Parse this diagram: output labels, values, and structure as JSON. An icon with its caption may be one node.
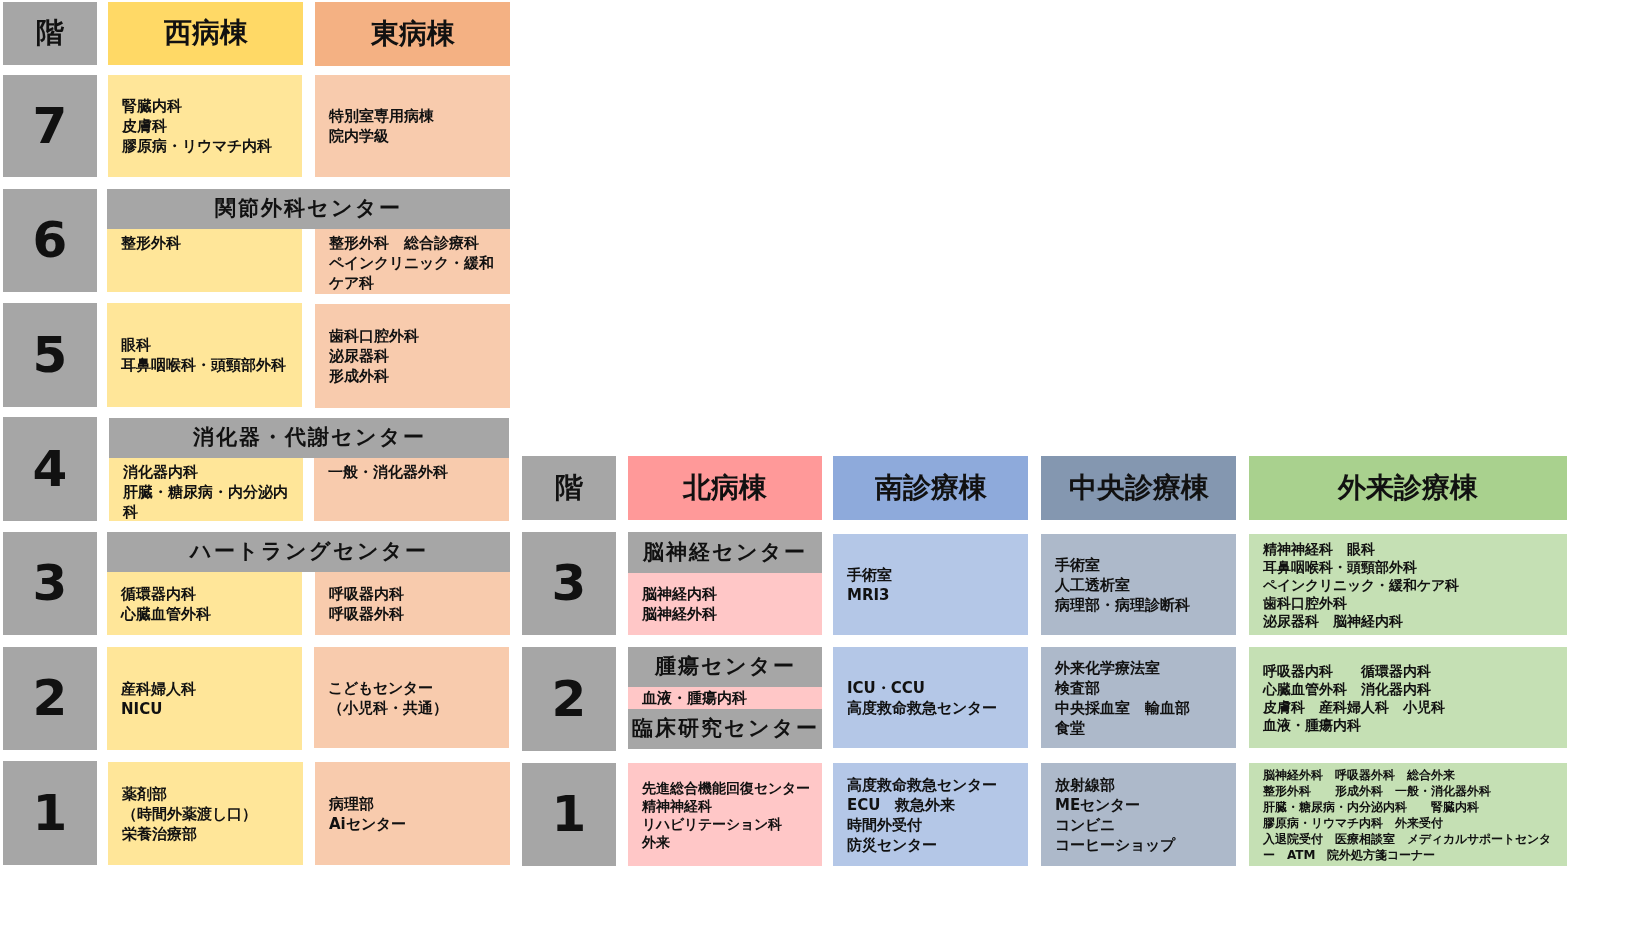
{
  "diagram": {
    "nodes": [
      {
        "text": [
          "階"
        ]
      },
      {
        "text": [
          "西病棟"
        ]
      },
      {
        "text": [
          "東病棟"
        ]
      },
      {
        "text": [
          "7"
        ]
      },
      {
        "text": [
          "腎臓内科",
          "皮膚科",
          "膠原病・リウマチ内科"
        ]
      },
      {
        "text": [
          "特別室専用病棟",
          "院内学級"
        ]
      },
      {
        "text": [
          "6"
        ]
      },
      {
        "text": [
          "関節外科センター"
        ]
      },
      {
        "text": [
          "整形外科"
        ]
      },
      {
        "text": [
          "整形外科　総合診療科",
          "ペインクリニック・緩和ケア科"
        ]
      },
      {
        "text": [
          "5"
        ]
      },
      {
        "text": [
          "眼科",
          "耳鼻咽喉科・頭頸部外科"
        ]
      },
      {
        "text": [
          "歯科口腔外科",
          "泌尿器科",
          "形成外科"
        ]
      },
      {
        "text": [
          "4"
        ]
      },
      {
        "text": [
          "消化器・代謝センター"
        ]
      },
      {
        "text": [
          "消化器内科",
          "肝臓・糖尿病・内分泌内科"
        ]
      },
      {
        "text": [
          "一般・消化器外科"
        ]
      },
      {
        "text": [
          "3"
        ]
      },
      {
        "text": [
          "ハートラングセンター"
        ]
      },
      {
        "text": [
          "循環器内科",
          "心臓血管外科"
        ]
      },
      {
        "text": [
          "呼吸器内科",
          "呼吸器外科"
        ]
      },
      {
        "text": [
          "2"
        ]
      },
      {
        "text": [
          "産科婦人科",
          "NICU"
        ]
      },
      {
        "text": [
          "こどもセンター",
          "（小児科・共通）"
        ]
      },
      {
        "text": [
          "1"
        ]
      },
      {
        "text": [
          "薬剤部",
          "（時間外薬渡し口）",
          "栄養治療部"
        ]
      },
      {
        "text": [
          "病理部",
          "Aiセンター"
        ]
      },
      {
        "text": [
          "階"
        ]
      },
      {
        "text": [
          "北病棟"
        ]
      },
      {
        "text": [
          "南診療棟"
        ]
      },
      {
        "text": [
          "中央診療棟"
        ]
      },
      {
        "text": [
          "外来診療棟"
        ]
      },
      {
        "text": [
          "3"
        ]
      },
      {
        "text": [
          "脳神経センター"
        ]
      },
      {
        "text": [
          "脳神経内科",
          "脳神経外科"
        ]
      },
      {
        "text": [
          "手術室",
          "MRI3"
        ]
      },
      {
        "text": [
          "手術室",
          "人工透析室",
          "病理部・病理診断科"
        ]
      },
      {
        "text": [
          "精神神経科　眼科",
          "耳鼻咽喉科・頭頸部外科",
          "ペインクリニック・緩和ケア科",
          "歯科口腔外科",
          "泌尿器科　脳神経内科"
        ]
      },
      {
        "text": [
          "2"
        ]
      },
      {
        "text": [
          "腫瘍センター"
        ]
      },
      {
        "text": [
          "血液・腫瘍内科"
        ]
      },
      {
        "text": [
          "臨床研究センター"
        ]
      },
      {
        "text": [
          "ICU・CCU",
          "高度救命救急センター"
        ]
      },
      {
        "text": [
          "外来化学療法室",
          "検査部",
          "中央採血室　輸血部",
          "食堂"
        ]
      },
      {
        "text": [
          "呼吸器内科　　循環器内科",
          "心臓血管外科　消化器内科",
          "皮膚科　産科婦人科　小児科",
          "血液・腫瘍内科"
        ]
      },
      {
        "text": [
          "1"
        ]
      },
      {
        "text": [
          "先進総合機能回復センター",
          "精神神経科",
          "リハビリテーション科",
          "外来"
        ]
      },
      {
        "text": [
          "高度救命救急センター",
          "ECU　救急外来",
          "時間外受付",
          "防災センター"
        ]
      },
      {
        "text": [
          "放射線部",
          "MEセンター",
          "コンビニ",
          "コーヒーショップ"
        ]
      },
      {
        "text": [
          "脳神経外科　呼吸器外科　総合外来",
          "整形外科　　形成外科　一般・消化器外科",
          "肝臓・糖尿病・内分泌内科　　腎臓内科",
          "膠原病・リウマチ内科　外来受付",
          "入退院受付　医療相談室　メディカルサポートセンター　ATM　院外処方箋コーナー"
        ]
      }
    ]
  }
}
